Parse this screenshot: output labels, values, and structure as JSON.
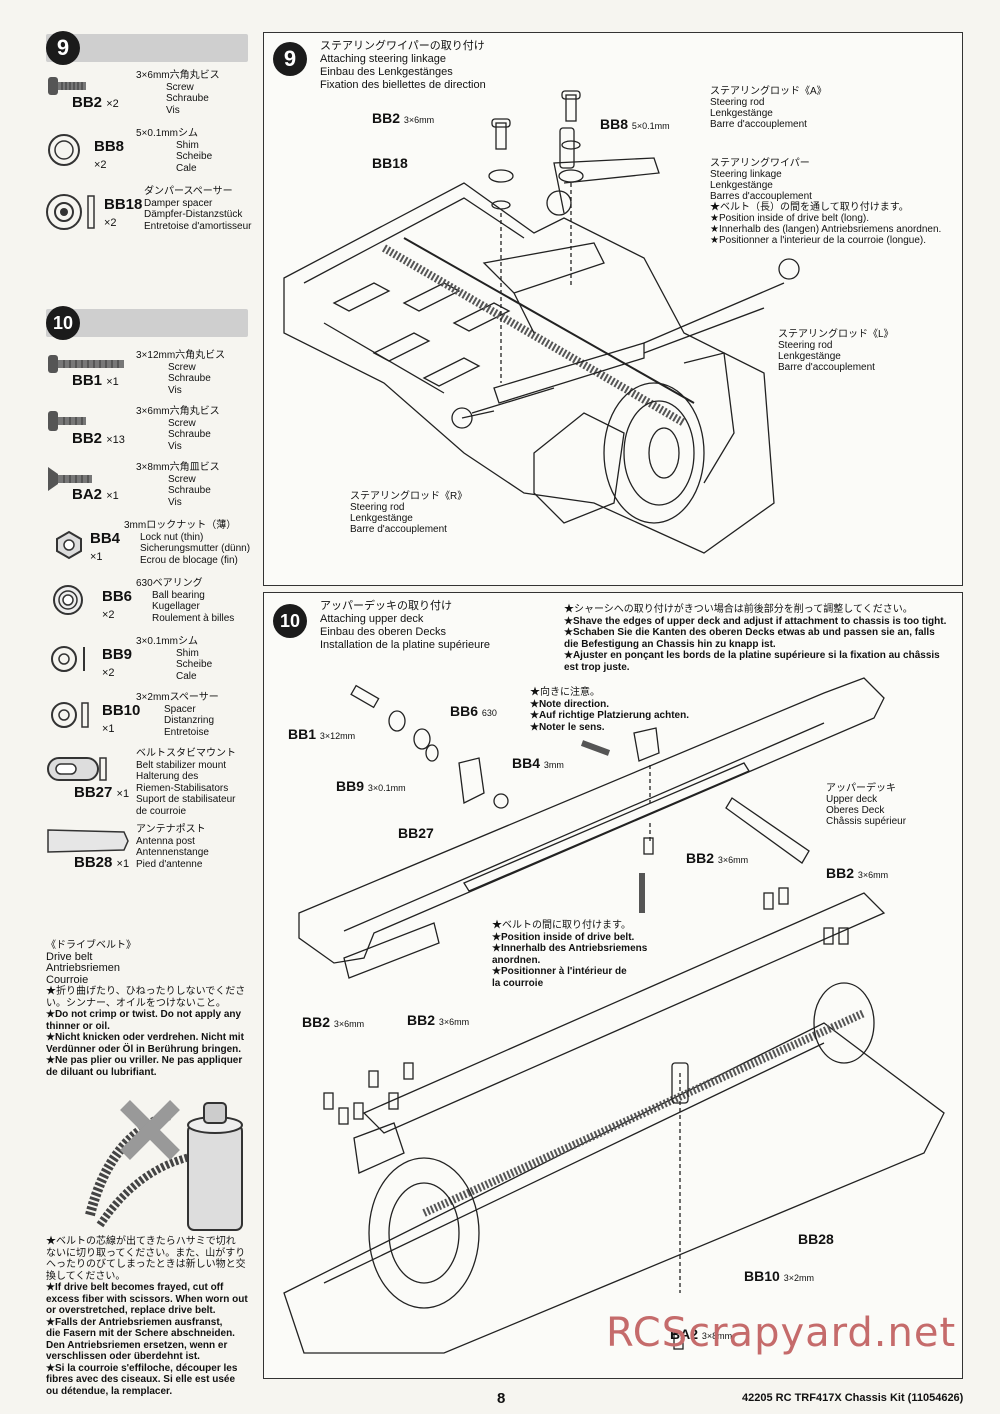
{
  "step9": {
    "number": "9",
    "title_jp": "ステアリングワイパーの取り付け",
    "title_en": "Attaching steering linkage",
    "title_de": "Einbau des Lenkgestänges",
    "title_fr": "Fixation des biellettes de direction",
    "parts": [
      {
        "code": "BB2",
        "qty": "×2",
        "size": "3×6mm六角丸ビス",
        "l1": "Screw",
        "l2": "Schraube",
        "l3": "Vis"
      },
      {
        "code": "BB8",
        "qty": "×2",
        "size": "5×0.1mmシム",
        "l1": "Shim",
        "l2": "Scheibe",
        "l3": "Cale"
      },
      {
        "code": "BB18",
        "qty": "×2",
        "size": "ダンパースペーサー",
        "l1": "Damper spacer",
        "l2": "Dämpfer-Distanzstück",
        "l3": "Entretoise d'amortisseur"
      }
    ],
    "labels": {
      "bb2": "BB2",
      "bb2_size": "3×6mm",
      "bb8": "BB8",
      "bb8_size": "5×0.1mm",
      "bb18": "BB18",
      "rod_a_jp": "ステアリングロッド《A》",
      "rod_a_en": "Steering rod",
      "rod_a_de": "Lenkgestänge",
      "rod_a_fr": "Barre d'accouplement",
      "wiper_jp": "ステアリングワイパー",
      "wiper_en": "Steering linkage",
      "wiper_de": "Lenkgestänge",
      "wiper_fr": "Barres d'accouplement",
      "belt_jp": "★ベルト（長）の間を通して取り付けます。",
      "belt_en": "★Position inside of drive belt (long).",
      "belt_de": "★Innerhalb des (langen) Antriebsriemens anordnen.",
      "belt_fr": "★Positionner a l'interieur de la courroie (longue).",
      "rod_l_jp": "ステアリングロッド《L》",
      "rod_l_en": "Steering rod",
      "rod_l_de": "Lenkgestänge",
      "rod_l_fr": "Barre d'accouplement",
      "rod_r_jp": "ステアリングロッド《R》",
      "rod_r_en": "Steering rod",
      "rod_r_de": "Lenkgestänge",
      "rod_r_fr": "Barre d'accouplement"
    }
  },
  "step10": {
    "number": "10",
    "title_jp": "アッパーデッキの取り付け",
    "title_en": "Attaching upper deck",
    "title_de": "Einbau des oberen Decks",
    "title_fr": "Installation de la platine supérieure",
    "parts": [
      {
        "code": "BB1",
        "qty": "×1",
        "size": "3×12mm六角丸ビス",
        "l1": "Screw",
        "l2": "Schraube",
        "l3": "Vis"
      },
      {
        "code": "BB2",
        "qty": "×13",
        "size": "3×6mm六角丸ビス",
        "l1": "Screw",
        "l2": "Schraube",
        "l3": "Vis"
      },
      {
        "code": "BA2",
        "qty": "×1",
        "size": "3×8mm六角皿ビス",
        "l1": "Screw",
        "l2": "Schraube",
        "l3": "Vis"
      },
      {
        "code": "BB4",
        "qty": "×1",
        "size": "3mmロックナット（薄）",
        "l1": "Lock nut (thin)",
        "l2": "Sicherungsmutter (dünn)",
        "l3": "Ecrou de blocage (fin)"
      },
      {
        "code": "BB6",
        "qty": "×2",
        "size": "630ベアリング",
        "l1": "Ball bearing",
        "l2": "Kugellager",
        "l3": "Roulement à billes"
      },
      {
        "code": "BB9",
        "qty": "×2",
        "size": "3×0.1mmシム",
        "l1": "Shim",
        "l2": "Scheibe",
        "l3": "Cale"
      },
      {
        "code": "BB10",
        "qty": "×1",
        "size": "3×2mmスペーサー",
        "l1": "Spacer",
        "l2": "Distanzring",
        "l3": "Entretoise"
      },
      {
        "code": "BB27",
        "qty": "×1",
        "size": "ベルトスタビマウント",
        "l1": "Belt stabilizer mount",
        "l2": "Halterung des",
        "l3": "Riemen-Stabilisators",
        "l4": "Suport de stabilisateur",
        "l5": "de courroie"
      },
      {
        "code": "BB28",
        "qty": "×1",
        "size": "アンテナポスト",
        "l1": "Antenna post",
        "l2": "Antennenstange",
        "l3": "Pied d'antenne"
      }
    ],
    "shave_note": {
      "jp": "★シャーシへの取り付けがきつい場合は前後部分を削って調整してください。",
      "en": "★Shave the edges of upper deck and adjust if attachment to chassis is too tight.",
      "de1": "★Schaben Sie die Kanten des oberen Decks etwas ab und passen sie an, falls",
      "de2": "die Befestigung an Chassis hin zu knapp ist.",
      "fr1": "★Ajuster en ponçant les bords de la platine supérieure si la fixation au châssis",
      "fr2": "est trop juste."
    },
    "direction_note": {
      "jp": "★向きに注意。",
      "en": "★Note direction.",
      "de": "★Auf richtige Platzierung achten.",
      "fr": "★Noter le sens."
    },
    "belt_note": {
      "jp": "★ベルトの間に取り付けます。",
      "en": "★Position inside of drive belt.",
      "de1": "★Innerhalb des Antriebsriemens",
      "de2": "anordnen.",
      "fr1": "★Positionner à l'intérieur de",
      "fr2": "la courroie"
    },
    "upper_deck": {
      "jp": "アッパーデッキ",
      "en": "Upper deck",
      "de": "Oberes Deck",
      "fr": "Châssis supérieur"
    },
    "labels": {
      "bb1": "BB1",
      "bb1_size": "3×12mm",
      "bb6": "BB6",
      "bb6_size": "630",
      "bb4": "BB4",
      "bb4_size": "3mm",
      "bb9": "BB9",
      "bb9_size": "3×0.1mm",
      "bb27": "BB27",
      "bb2": "BB2",
      "bb2_size": "3×6mm",
      "bb28": "BB28",
      "bb10": "BB10",
      "bb10_size": "3×2mm",
      "ba2": "BA2",
      "ba2_size": "3×8mm"
    }
  },
  "belt_care": {
    "title_jp": "《ドライブベルト》",
    "en": "Drive belt",
    "de": "Antriebsriemen",
    "fr": "Courroie",
    "n1": [
      "★折り曲げたり、ひねったりしないでくださ",
      "い。シンナー、オイルをつけないこと。",
      "★Do not crimp or twist. Do not apply any",
      "thinner or oil.",
      "★Nicht knicken oder verdrehen. Nicht mit",
      "Verdünner oder Öl in Berührung bringen.",
      "★Ne pas plier ou vriller. Ne pas appliquer",
      "de diluant ou lubrifiant."
    ],
    "n2": [
      "★ベルトの芯線が出てきたらハサミで切れ",
      "ないに切り取ってください。また、山がすり",
      "へったりのびてしまったときは新しい物と交",
      "換してください。",
      "★If drive belt becomes frayed, cut off",
      "excess fiber with scissors. When worn out",
      "or overstretched, replace drive belt.",
      "★Falls der Antriebsriemen ausfranst,",
      "die Fasern mit der Schere abschneiden.",
      "Den Antriebsriemen ersetzen, wenn er",
      "verschlissen oder überdehnt ist.",
      "★Si la courroie s'effiloche, découper les",
      "fibres avec des ciseaux. Si elle est usée",
      "ou détendue, la remplacer."
    ]
  },
  "footer": {
    "page": "8",
    "kit": "42205  RC TRF417X Chassis Kit (11054626)"
  },
  "watermark": "RCScrapyard.net"
}
